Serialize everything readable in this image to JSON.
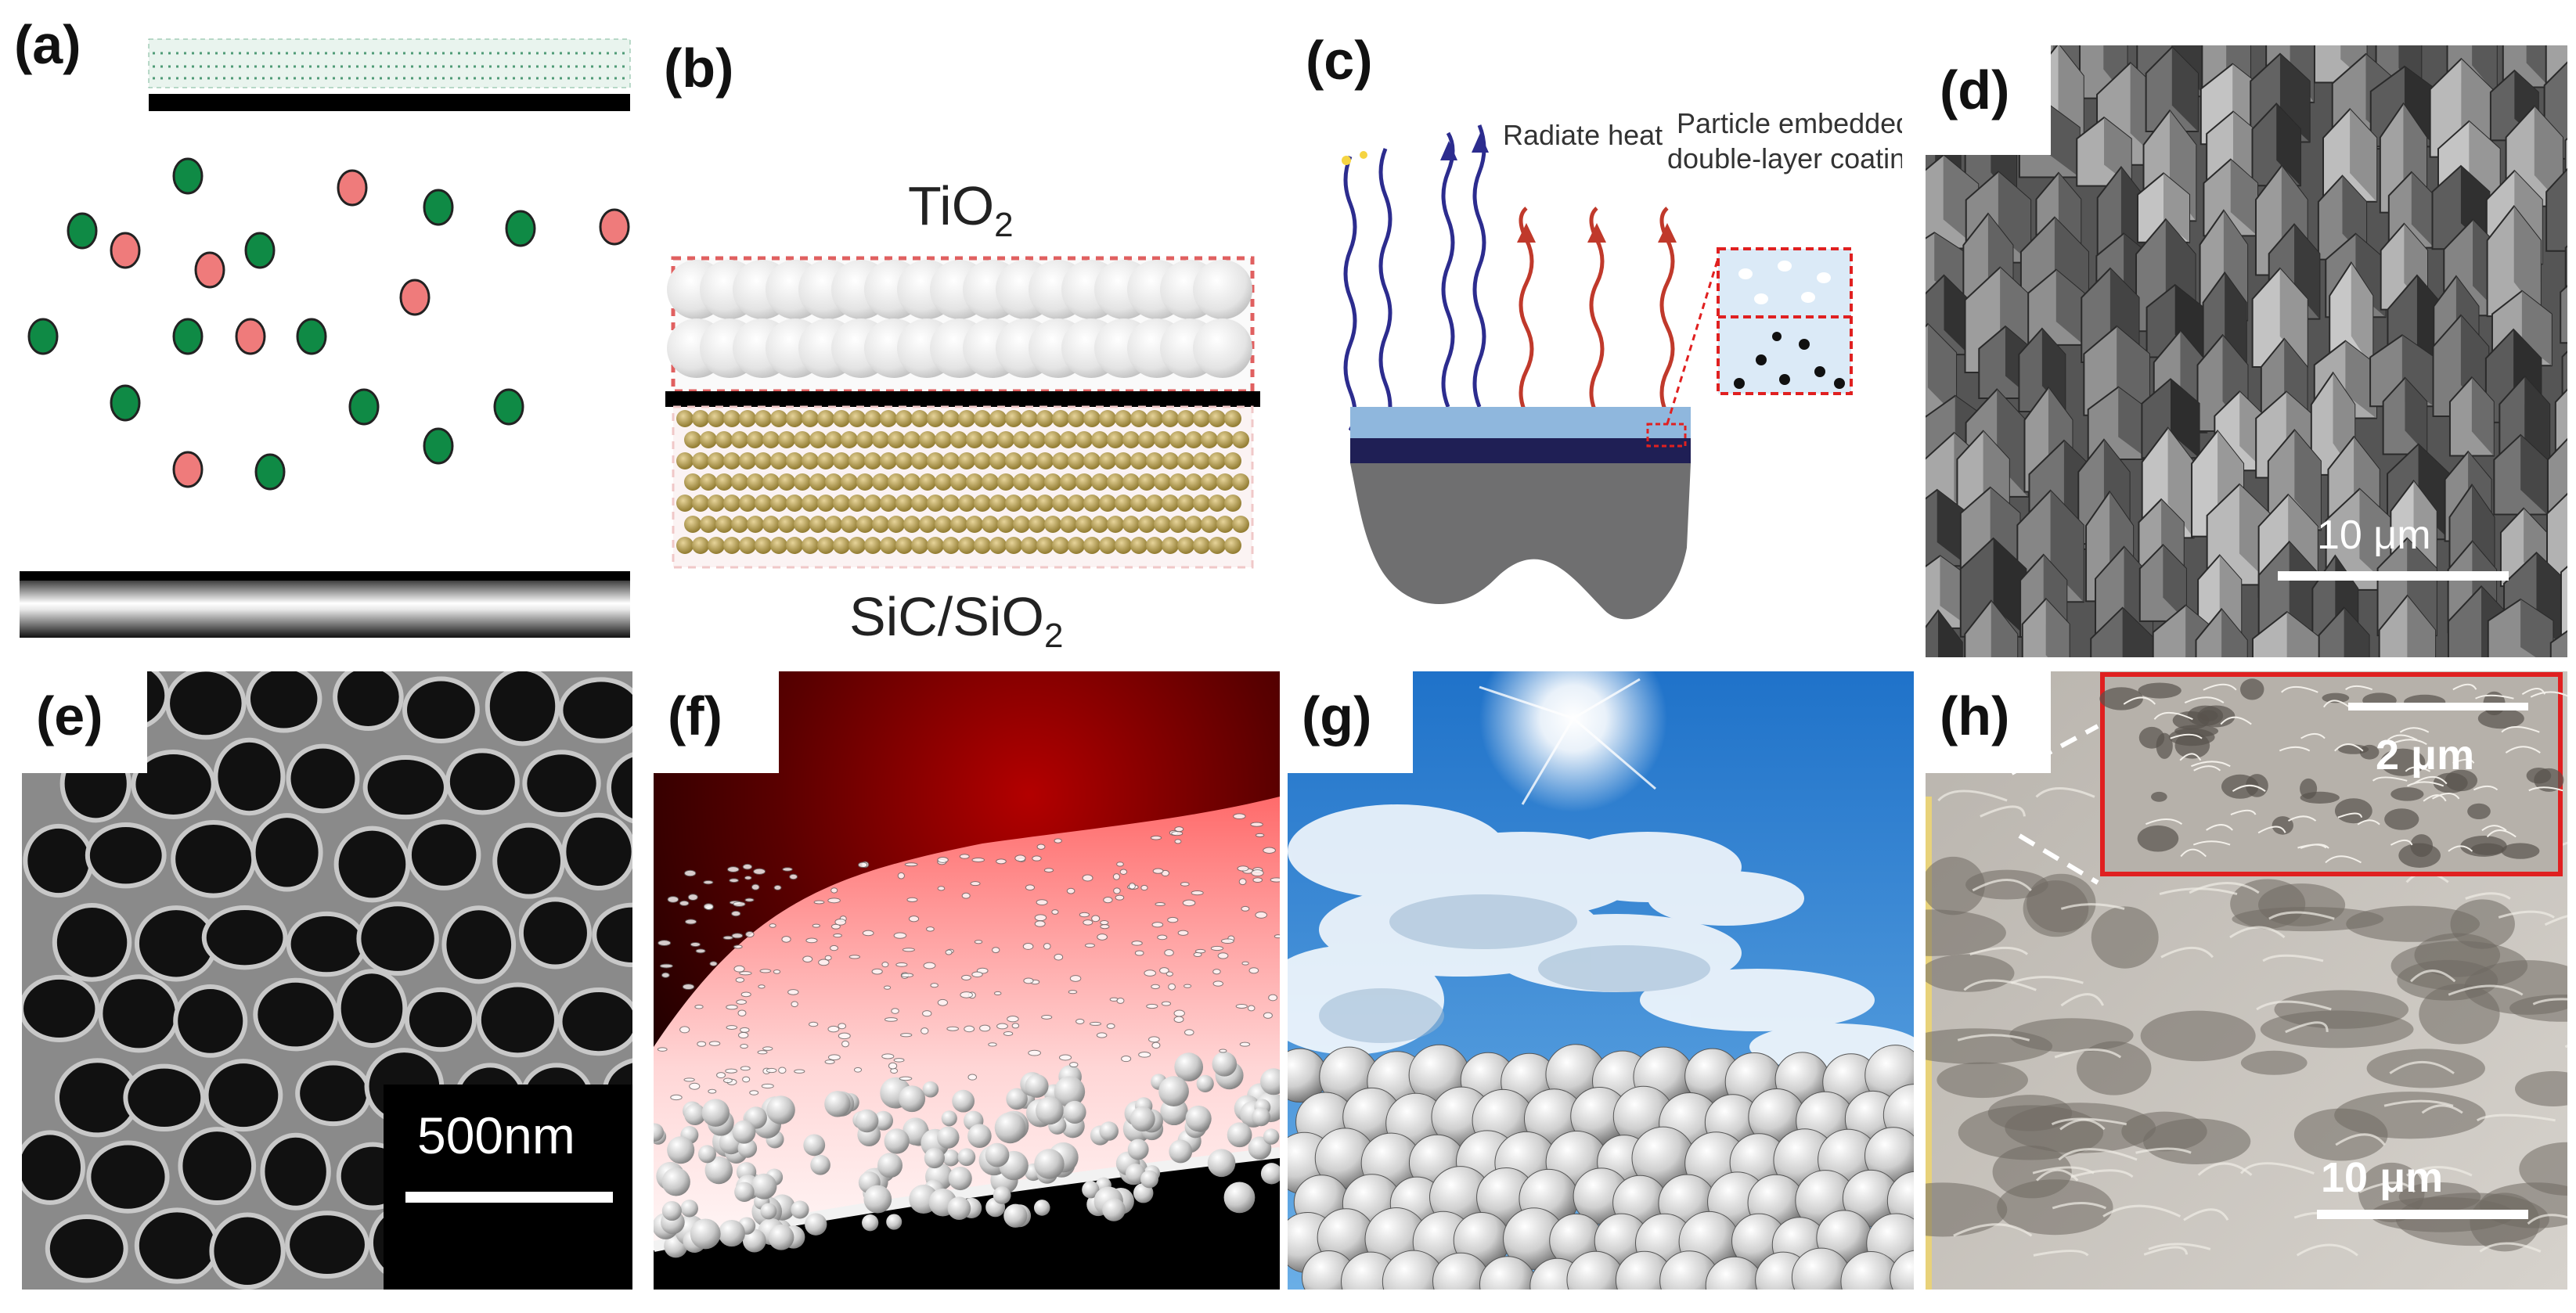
{
  "panels": {
    "a": {
      "label": "(a)"
    },
    "b": {
      "label": "(b)",
      "top_text": "TiO",
      "top_sub": "2",
      "bottom_text_1": "SiC/SiO",
      "bottom_sub": "2"
    },
    "c": {
      "label": "(c)",
      "radiate_heat": "Radiate heat",
      "particle_line1": "Particle embedded",
      "particle_line2": "double-layer coating"
    },
    "d": {
      "label": "(d)",
      "scale": "10 μm"
    },
    "e": {
      "label": "(e)",
      "scale": "500nm"
    },
    "f": {
      "label": "(f)"
    },
    "g": {
      "label": "(g)"
    },
    "h": {
      "label": "(h)",
      "scale": "10 μm",
      "inset_scale": "2 μm"
    }
  },
  "colors": {
    "green_particle": "#0f8a45",
    "red_particle": "#ef7b7b",
    "heat_wave": "#c0392b",
    "solar_wave": "#2c2c8e",
    "inset_border": "#e02020"
  }
}
